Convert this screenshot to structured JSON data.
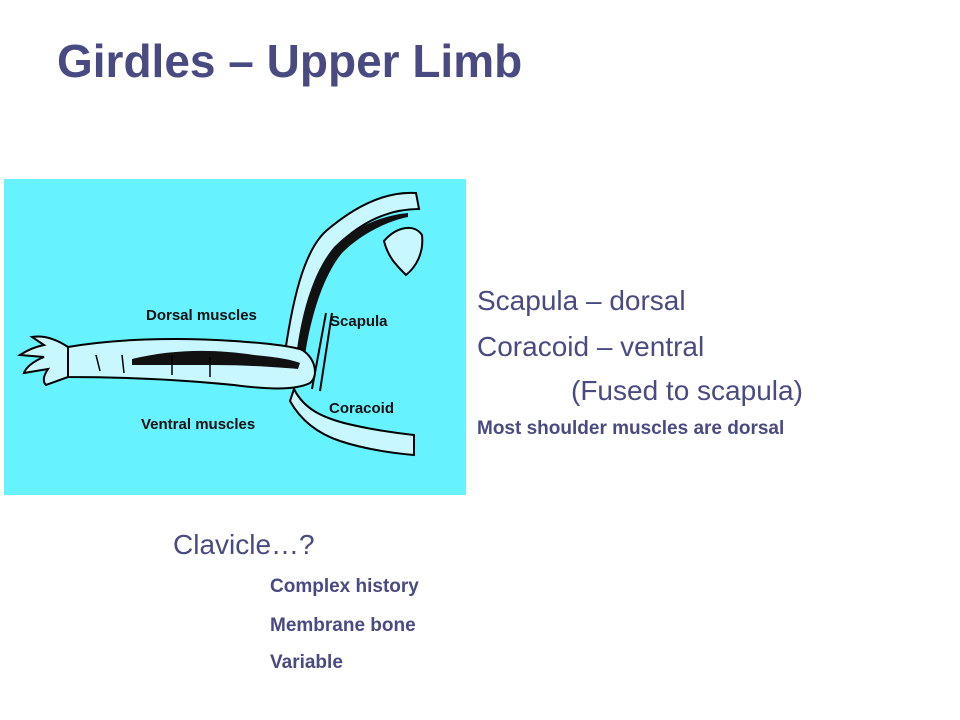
{
  "slide": {
    "title": "Girdles – Upper Limb"
  },
  "figure": {
    "background": "#66f2ff",
    "labels": {
      "dorsal": "Dorsal muscles",
      "scapula": "Scapula",
      "ventral": "Ventral muscles",
      "coracoid": "Coracoid"
    }
  },
  "notes": {
    "scapula": "Scapula – dorsal",
    "coracoid": "Coracoid – ventral",
    "fused": "(Fused to scapula)",
    "most": "Most shoulder muscles are dorsal"
  },
  "clavicle": {
    "heading": "Clavicle…?",
    "points": [
      "Complex history",
      "Membrane bone",
      "Variable"
    ]
  },
  "colors": {
    "title": "#4a4a82",
    "text": "#4a4a82"
  }
}
